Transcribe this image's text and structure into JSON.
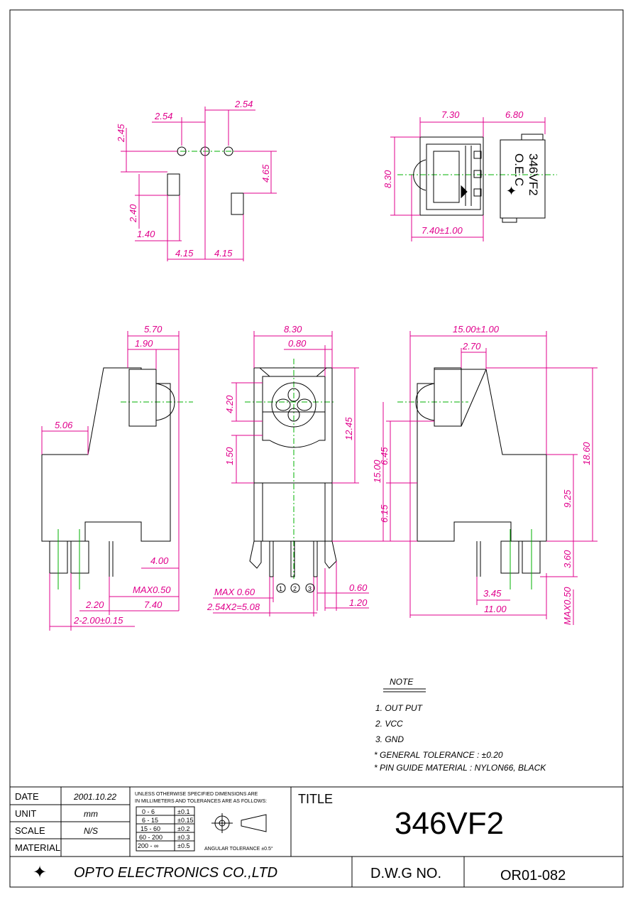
{
  "views": {
    "pcb_dims": {
      "d_254_left": "2.54",
      "d_254_right": "2.54",
      "d_245": "2.45",
      "d_465": "4.65",
      "d_240": "2.40",
      "d_140": "1.40",
      "d_415_left": "4.15",
      "d_415_right": "4.15"
    },
    "top_dims": {
      "d_730": "7.30",
      "d_680": "6.80",
      "d_830": "8.30",
      "d_740": "7.40±1.00"
    },
    "body_label": {
      "line1": "O.E.C",
      "line2": "346VF2"
    },
    "side_left_dims": {
      "d_570": "5.70",
      "d_190": "1.90",
      "d_506": "5.06",
      "d_400": "4.00",
      "d_max050": "MAX0.50",
      "d_220": "2.20",
      "d_740": "7.40",
      "d_200x2": "2-2.00±0.15"
    },
    "front_dims": {
      "d_830": "8.30",
      "d_080": "0.80",
      "d_420": "4.20",
      "d_150": "1.50",
      "d_1245": "12.45",
      "d_1500": "15.00",
      "d_max060": "MAX 0.60",
      "d_508": "2.54X2=5.08",
      "d_060": "0.60",
      "d_120": "1.20",
      "pin1": "1",
      "pin2": "2",
      "pin3": "3"
    },
    "side_right_dims": {
      "d_1500": "15.00±1.00",
      "d_270": "2.70",
      "d_645": "6.45",
      "d_615": "6.15",
      "d_1860": "18.60",
      "d_925": "9.25",
      "d_360": "3.60",
      "d_345": "3.45",
      "d_1100": "11.00",
      "d_max050": "MAX0.50"
    }
  },
  "note": {
    "heading": "NOTE",
    "items": [
      "1. OUT PUT",
      "2. VCC",
      "3. GND"
    ],
    "tolerance": "*  GENERAL TOLERANCE : ±0.20",
    "material": "*  PIN  GUIDE  MATERIAL  :  NYLON66,  BLACK"
  },
  "title_block": {
    "date_label": "DATE",
    "date_value": "2001.10.22",
    "unit_label": "UNIT",
    "unit_value": "mm",
    "scale_label": "SCALE",
    "scale_value": "N/S",
    "material_label": "MATERIAL",
    "material_value": "",
    "tol_text_1": "UNLESS OTHERWISE SPECIFIED DIMENSIONS ARE",
    "tol_text_2": "IN MILLIMETERS AND TOLERANCES ARE AS FOLLOWS:",
    "tol_rows": [
      [
        "0 - 6",
        "±0.1"
      ],
      [
        "6 - 15",
        "±0.15"
      ],
      [
        "15 - 60",
        "±0.2"
      ],
      [
        "60 - 200",
        "±0.3"
      ],
      [
        "200 - ∞",
        "±0.5"
      ]
    ],
    "angular": "ANGULAR TOLERANCE ±0.5°",
    "title_label": "TITLE",
    "title_value": "346VF2",
    "company": "OPTO ELECTRONICS CO.,LTD",
    "dwg_label": "D.W.G  NO.",
    "dwg_value": "OR01-082"
  },
  "colors": {
    "dimension": "#e0008c",
    "centerline": "#00b000",
    "outline": "#000000"
  }
}
